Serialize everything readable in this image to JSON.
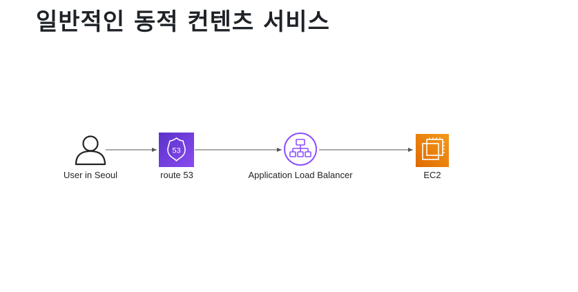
{
  "title": "일반적인 동적 컨텐츠 서비스",
  "diagram": {
    "nodes": [
      {
        "id": "user",
        "label": "User in Seoul",
        "icon": "user-icon"
      },
      {
        "id": "route53",
        "label": "route 53",
        "icon": "route53-icon",
        "badge": "53"
      },
      {
        "id": "alb",
        "label": "Application Load Balancer",
        "icon": "load-balancer-icon"
      },
      {
        "id": "ec2",
        "label": "EC2",
        "icon": "ec2-icon"
      }
    ],
    "edges": [
      {
        "from": "user",
        "to": "route53"
      },
      {
        "from": "route53",
        "to": "alb"
      },
      {
        "from": "alb",
        "to": "ec2"
      }
    ],
    "colors": {
      "route53": "#7b3fe4",
      "load_balancer": "#8c4fff",
      "ec2": "#ed7100",
      "text": "#232323",
      "arrow": "#555555"
    }
  }
}
